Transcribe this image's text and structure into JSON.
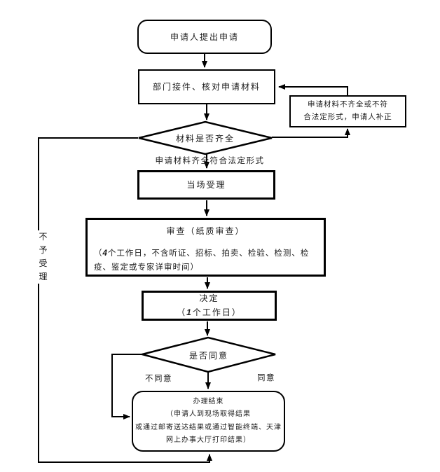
{
  "diagram": {
    "background": "#ffffff",
    "line_color": "#000000",
    "nodes": {
      "start": {
        "label": "申请人提出申请"
      },
      "receive": {
        "label": "部门接件、核对申请材料"
      },
      "supplement": {
        "line1": "申请材料不齐全或不符",
        "line2": "合法定形式，申请人补正"
      },
      "check_materials": {
        "label": "材料是否齐全"
      },
      "accept": {
        "label": "当场受理"
      },
      "review": {
        "title": "审查（纸质审查）",
        "note_open": "（",
        "note_days": "4",
        "note_rest": "个工作日，不含听证、招标、拍卖、检验、检测、检疫、鉴定或专家详审时间）"
      },
      "decision": {
        "title": "决定",
        "paren_open": "（",
        "days": "1",
        "paren_rest": "个工作日）"
      },
      "agree_check": {
        "label": "是否同意"
      },
      "finish": {
        "line1": "办理结束",
        "line2": "（申请人到现场取得结果",
        "line3": "或通过邮寄送达结果或通过智能终端、天津",
        "line4": "网上办事大厅打印结果）"
      }
    },
    "edge_labels": {
      "materials_complete": "申请材料齐全符合法定形式",
      "reject": "不予受理",
      "disagree": "不同意",
      "agree": "同意"
    }
  }
}
